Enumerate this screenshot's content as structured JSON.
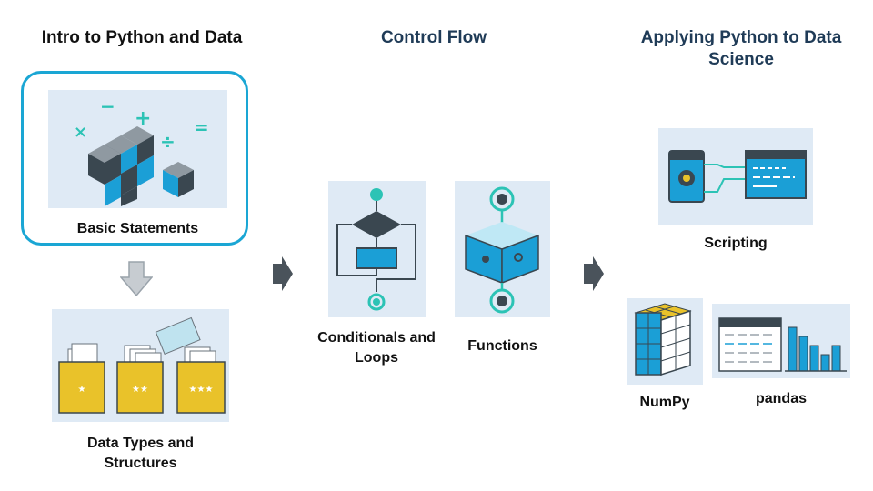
{
  "columns": [
    {
      "heading": "Intro to Python and Data"
    },
    {
      "heading": "Control Flow"
    },
    {
      "heading": "Applying Python to Data Science"
    }
  ],
  "items": {
    "basic_statements": "Basic Statements",
    "data_types": "Data Types and Structures",
    "conditionals": "Conditionals and Loops",
    "functions": "Functions",
    "scripting": "Scripting",
    "numpy": "NumPy",
    "pandas": "pandas"
  },
  "basic_statements_symbols": [
    "×",
    "−",
    "+",
    "÷",
    "="
  ],
  "colors": {
    "accent": "#1aa6d4",
    "heading_dark": "#1f3b57",
    "panel": "#dfeaf5",
    "cube_dark": "#3a4750",
    "cube_blue": "#1b9fd6",
    "teal": "#2cc3b5",
    "folder_yellow": "#e9c22a",
    "arrow_dark": "#4a535b",
    "arrow_gray": "#c7ccd1"
  },
  "icons": [
    "cubes-math-icon",
    "folders-icon",
    "flowchart-icon",
    "function-box-icon",
    "script-window-icon",
    "numpy-array-icon",
    "pandas-table-chart-icon",
    "down-arrow-icon",
    "right-arrow-icon"
  ]
}
